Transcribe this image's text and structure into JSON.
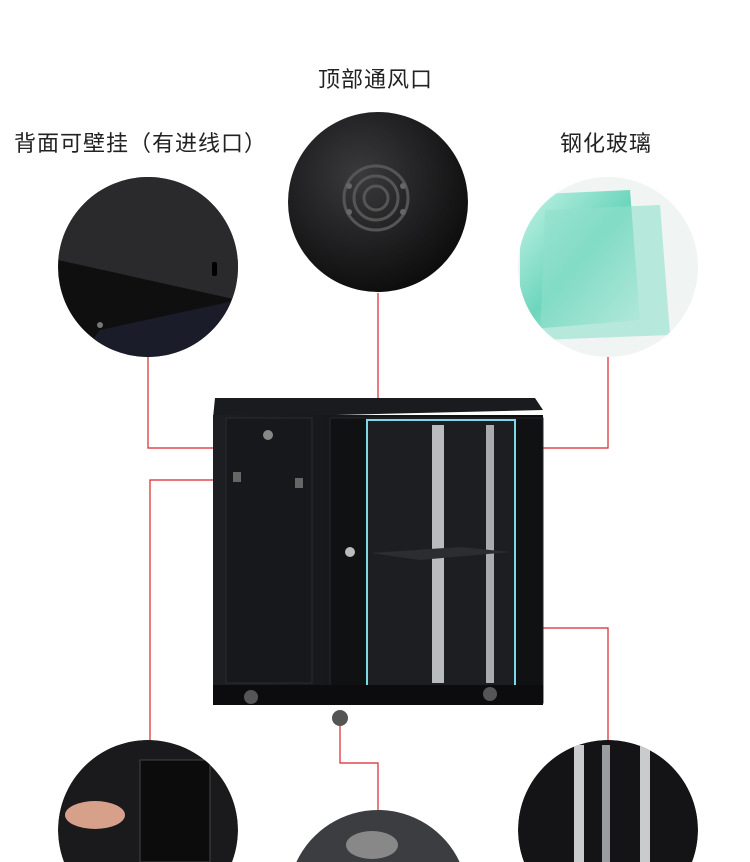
{
  "labels": {
    "top_vent": "顶部通风口",
    "rear_wall_mount": "背面可壁挂（有进线口）",
    "tempered_glass": "钢化玻璃"
  },
  "colors": {
    "callout_line": "#d9252a",
    "cabinet": "#15161a",
    "glass_edge": "#7fd8e6"
  }
}
